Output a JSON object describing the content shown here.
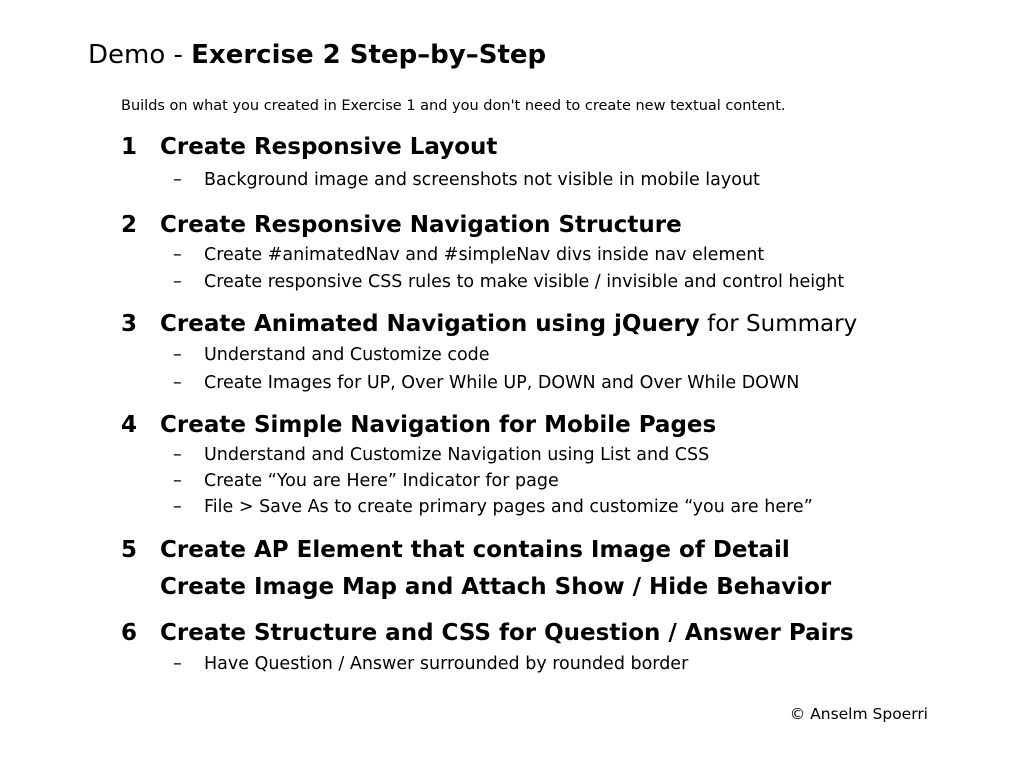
{
  "title": {
    "prefix": "Demo - ",
    "bold": "Exercise 2 Step–by–Step"
  },
  "intro": "Builds on what you created in Exercise 1 and you don't need to create new textual content.",
  "steps": [
    {
      "number": "1",
      "title": "Create Responsive Layout",
      "bullets": [
        "Background image and screenshots not visible in mobile layout"
      ]
    },
    {
      "number": "2",
      "title": "Create Responsive Navigation Structure",
      "bullets": [
        "Create #animatedNav and #simpleNav divs inside nav element",
        "Create responsive CSS rules to make visible / invisible and control height"
      ]
    },
    {
      "number": "3",
      "title": "Create Animated Navigation using jQuery",
      "suffix": " for Summary",
      "bullets": [
        "Understand and Customize code",
        "Create Images for UP, Over While UP, DOWN and Over While DOWN"
      ]
    },
    {
      "number": "4",
      "title": "Create Simple Navigation for Mobile Pages",
      "bullets": [
        "Understand and Customize Navigation using List and CSS",
        "Create “You are Here” Indicator for page",
        "File > Save As to create primary pages and customize “you are here”"
      ]
    },
    {
      "number": "5",
      "title": "Create AP Element that contains Image of Detail",
      "title2": "Create Image Map and Attach Show / Hide Behavior"
    },
    {
      "number": "6",
      "title": "Create Structure and CSS for Question / Answer Pairs",
      "bullets": [
        "Have Question / Answer surrounded by rounded border"
      ]
    }
  ],
  "dash": "–",
  "copyright": "© Anselm Spoerri"
}
